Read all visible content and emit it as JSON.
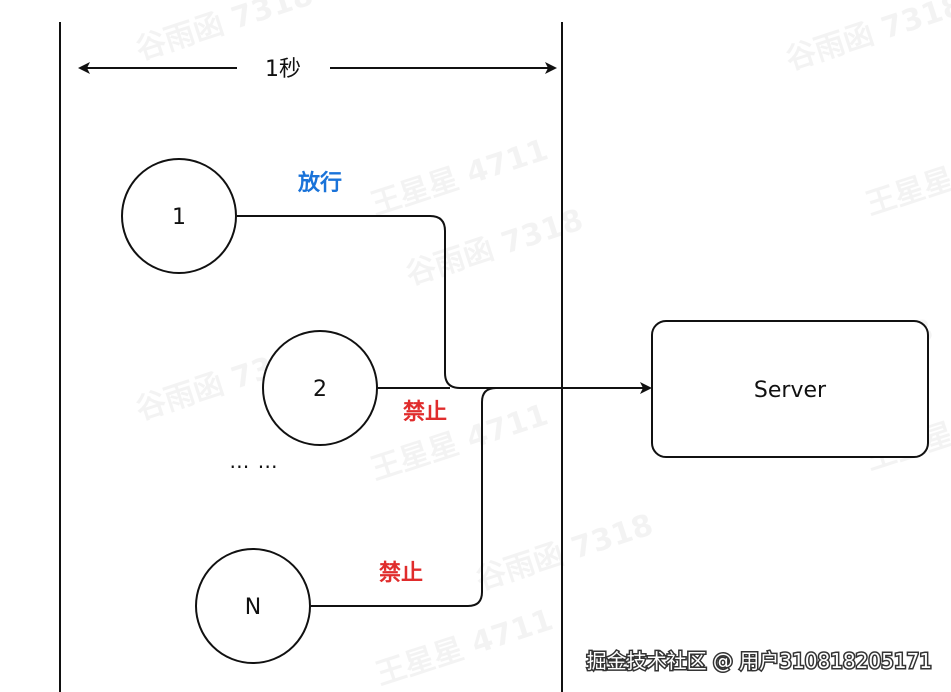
{
  "diagram": {
    "time_window_label": "1秒",
    "clients": [
      {
        "id": "client-1",
        "label": "1"
      },
      {
        "id": "client-2",
        "label": "2"
      },
      {
        "id": "client-n",
        "label": "N"
      }
    ],
    "ellipsis": "… …",
    "statuses": {
      "client-1": {
        "text": "放行",
        "color": "#1a73d9"
      },
      "client-2": {
        "text": "禁止",
        "color": "#e02c2c"
      },
      "client-n": {
        "text": "禁止",
        "color": "#e02c2c"
      }
    },
    "server_label": "Server",
    "watermarks": [
      "谷雨函 7318",
      "王星星 4711"
    ],
    "footer": "掘金技术社区 @ 用户3108182051​71"
  },
  "colors": {
    "line": "#111111",
    "allow": "#1a73d9",
    "deny": "#e02c2c"
  }
}
